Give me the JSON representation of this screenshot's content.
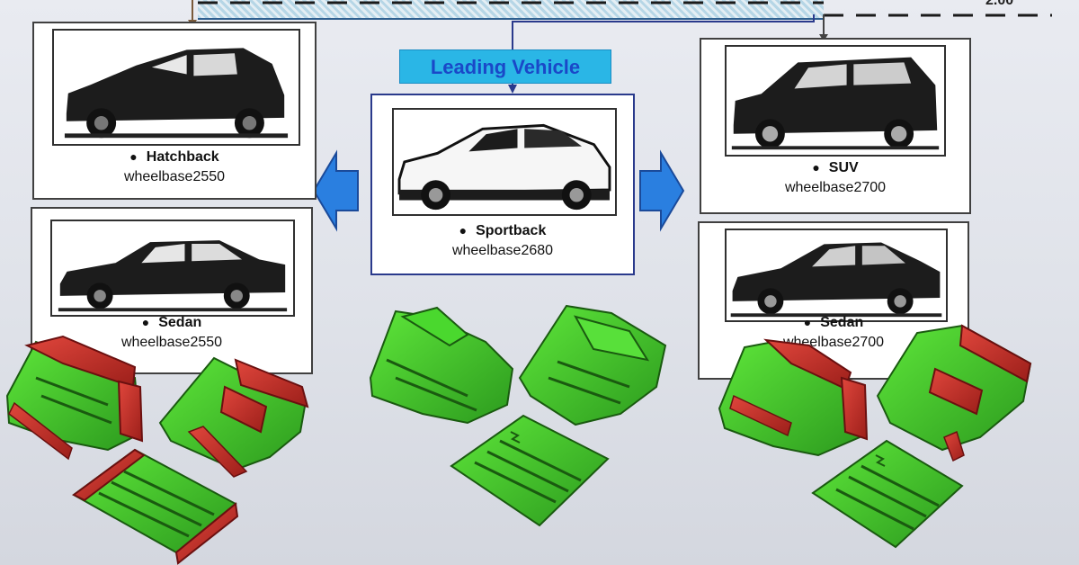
{
  "leading_label": "Leading Vehicle",
  "corner_fragment": "2.00",
  "vehicles": {
    "hatchback": {
      "type": "Hatchback",
      "wheelbase": "wheelbase2550"
    },
    "sedan_left": {
      "type": "Sedan",
      "wheelbase": "wheelbase2550"
    },
    "sportback": {
      "type": "Sportback",
      "wheelbase": "wheelbase2680"
    },
    "suv": {
      "type": "SUV",
      "wheelbase": "wheelbase2700"
    },
    "sedan_right": {
      "type": "Sedan",
      "wheelbase": "wheelbase2700"
    }
  },
  "colors": {
    "arrow_blue": "#2a7fe0",
    "label_bg": "#2ab6e6",
    "label_text": "#1a48c8",
    "shared_part_green": "#3fca2a",
    "modified_part_red": "#c8302a"
  },
  "icons": {
    "bullet": "●",
    "arrow_left": "arrow-left-icon",
    "arrow_right": "arrow-right-icon"
  }
}
